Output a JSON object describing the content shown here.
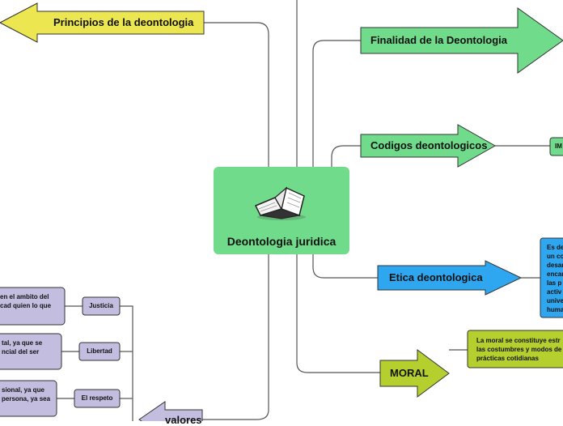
{
  "central": {
    "title": "Deontologia juridica",
    "icon": "open-book-icon"
  },
  "topics": {
    "principios": "Principios de la deontologia",
    "finalidad": "Finalidad de la Deontologia",
    "codigos": "Codigos deontologicos",
    "etica": "Etica deontologica",
    "moral": "MORAL",
    "valores": "valores"
  },
  "codigos_child": "IM",
  "etica_child": [
    "Es de",
    "un co",
    "desar",
    "encar",
    "las p",
    "activ",
    "unive",
    "huma"
  ],
  "moral_child": [
    "La moral se constituye estr",
    "las costumbres y modos de",
    "prácticas cotidianas"
  ],
  "valores_items": [
    {
      "label": "Justicia",
      "desc": [
        "en el ambito del",
        "cad quien lo que"
      ]
    },
    {
      "label": "Libertad",
      "desc": [
        "tal, ya que se",
        "ncial del ser"
      ]
    },
    {
      "label": "El respeto",
      "desc": [
        "sional, ya que",
        "persona, ya sea"
      ]
    }
  ],
  "colors": {
    "green": "#6fdb8b",
    "yellow": "#ece650",
    "blue": "#2ea7f0",
    "olive": "#b5cf2e",
    "lavender": "#c3bddf",
    "line": "#555555"
  }
}
